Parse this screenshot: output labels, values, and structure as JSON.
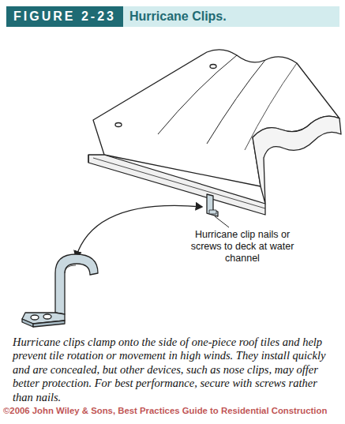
{
  "diagram": {
    "title": "Hurricane Clips.",
    "caption": "Hurricane clips clamp onto the side of one-piece roof tiles and help prevent tile rotation or movement in high winds. They install quickly and are concealed, but other devices, such as nose clips, may offer better protection. For best performance, secure with screws rather than nails.",
    "labels": [
      "FIGURE 2-23",
      "Hurricane clip nails or screws to deck at water channel",
      "©2006 John Wiley & Sons, Best Practices Guide to Residential Construction"
    ]
  }
}
